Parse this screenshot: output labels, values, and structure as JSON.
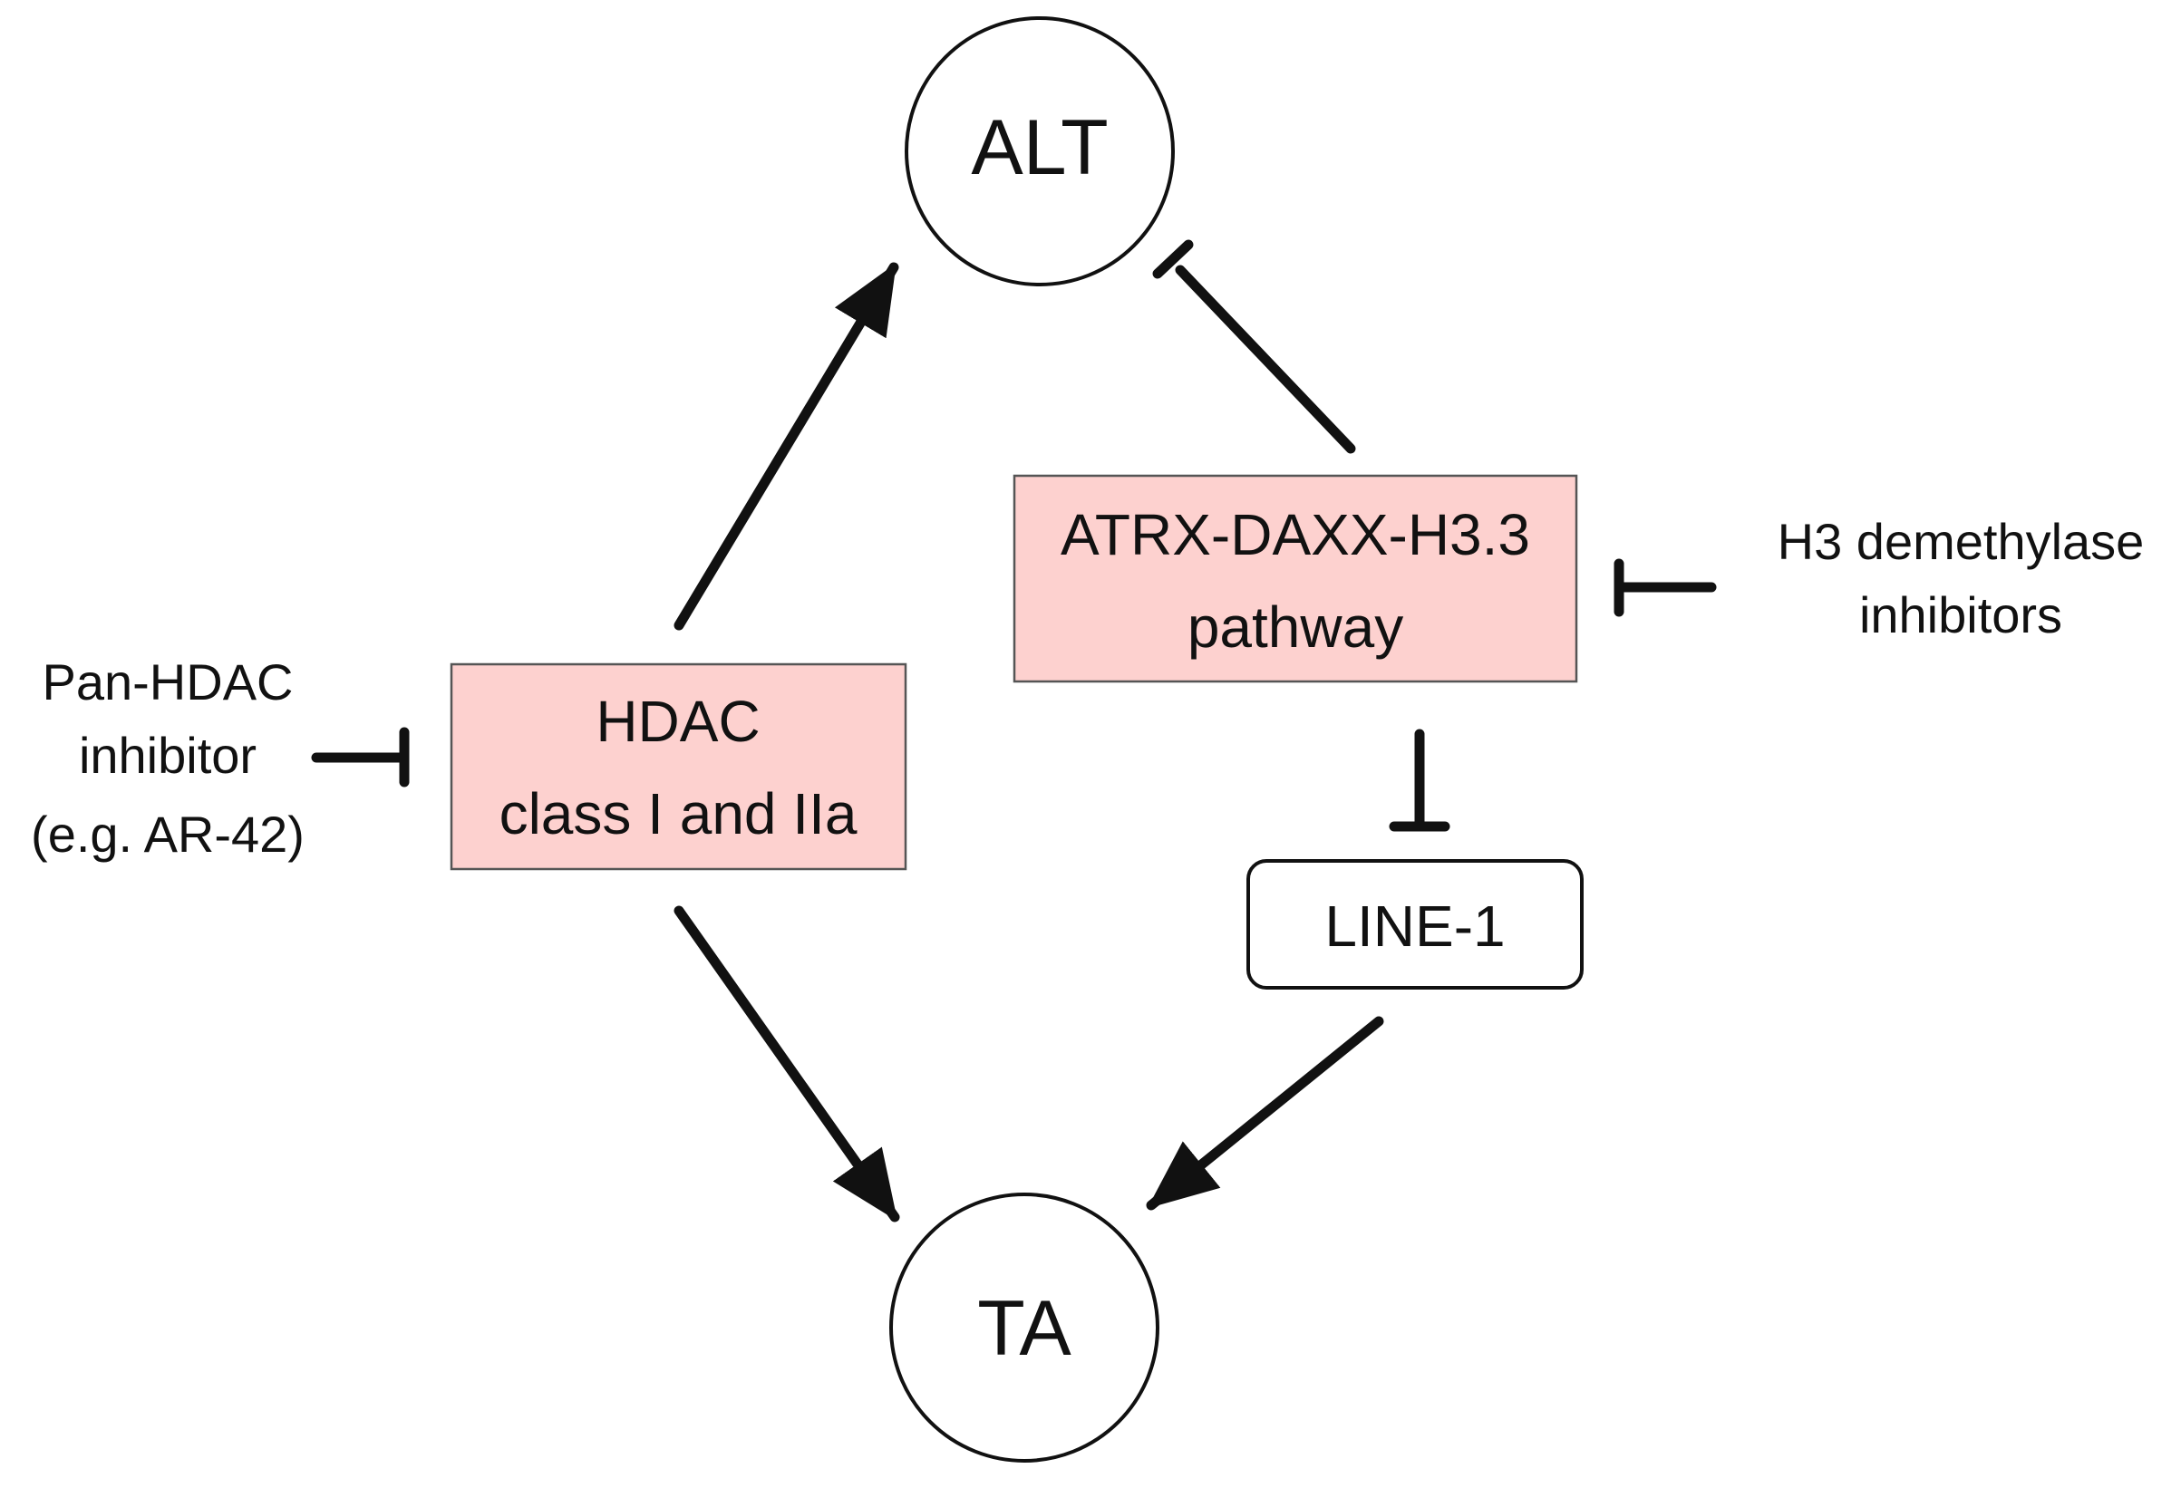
{
  "nodes": {
    "alt": {
      "label": "ALT"
    },
    "ta": {
      "label": "TA"
    },
    "hdac": {
      "line1": "HDAC",
      "line2": "class I and IIa"
    },
    "atrx": {
      "line1": "ATRX-DAXX-H3.3",
      "line2": "pathway"
    },
    "line1": {
      "label": "LINE-1"
    }
  },
  "inhibitors": {
    "pan_hdac": {
      "line1": "Pan-HDAC",
      "line2": "inhibitor",
      "line3": "(e.g. AR-42)"
    },
    "h3_demethylase": {
      "line1": "H3 demethylase",
      "line2": "inhibitors"
    }
  },
  "edges": [
    {
      "from": "hdac",
      "to": "alt",
      "type": "activation"
    },
    {
      "from": "hdac",
      "to": "ta",
      "type": "activation"
    },
    {
      "from": "atrx",
      "to": "alt",
      "type": "inhibition"
    },
    {
      "from": "atrx",
      "to": "line1",
      "type": "inhibition"
    },
    {
      "from": "line1",
      "to": "ta",
      "type": "activation"
    },
    {
      "from": "pan_hdac",
      "to": "hdac",
      "type": "inhibition"
    },
    {
      "from": "h3_demethylase",
      "to": "atrx",
      "type": "inhibition"
    }
  ],
  "colors": {
    "box_fill": "#fdd1cf",
    "box_stroke": "#555555",
    "line": "#111111",
    "background": "#ffffff"
  }
}
